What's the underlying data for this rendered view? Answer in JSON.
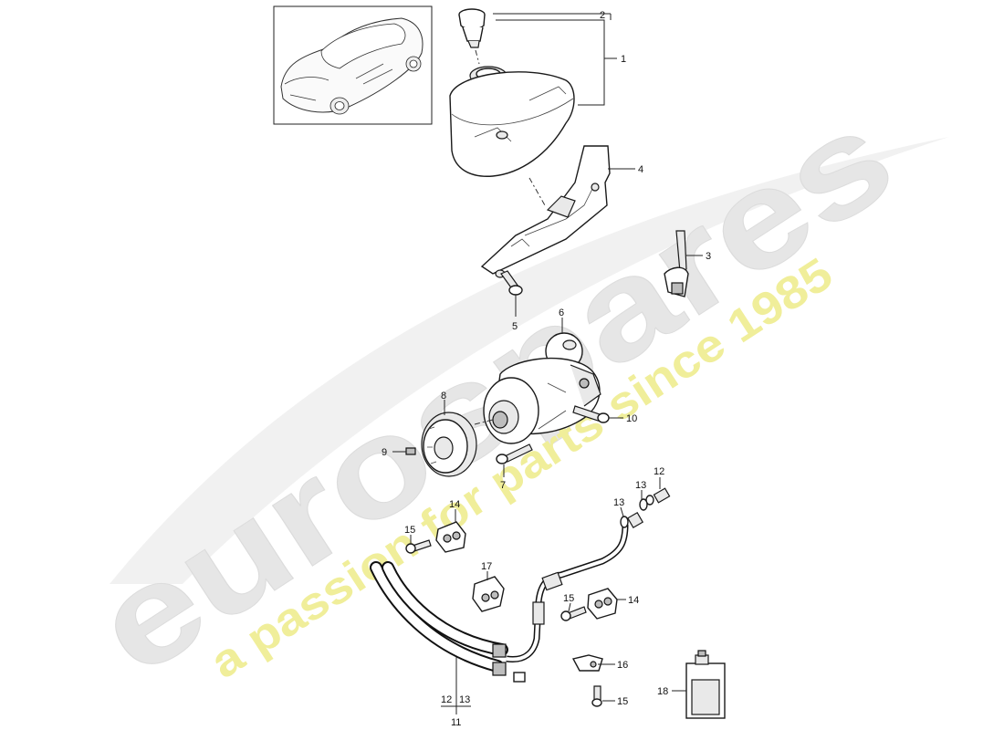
{
  "watermark": {
    "brand": "eurospares",
    "tagline": "a passion for parts since 1985",
    "brand_color": "#e6e6e6",
    "tagline_color": "#f0ee9a"
  },
  "thumbnail": {
    "icon": "car-icon"
  },
  "labels": {
    "n1": "1",
    "n2": "2",
    "n3": "3",
    "n4": "4",
    "n5": "5",
    "n6": "6",
    "n7": "7",
    "n8": "8",
    "n9": "9",
    "n10": "10",
    "n11": "11",
    "n12a": "12",
    "n12b": "12",
    "n13a": "13",
    "n13b": "13",
    "n13c": "13",
    "n14a": "14",
    "n14b": "14",
    "n15a": "15",
    "n15b": "15",
    "n15c": "15",
    "n16": "16",
    "n17": "17",
    "n18": "18"
  }
}
